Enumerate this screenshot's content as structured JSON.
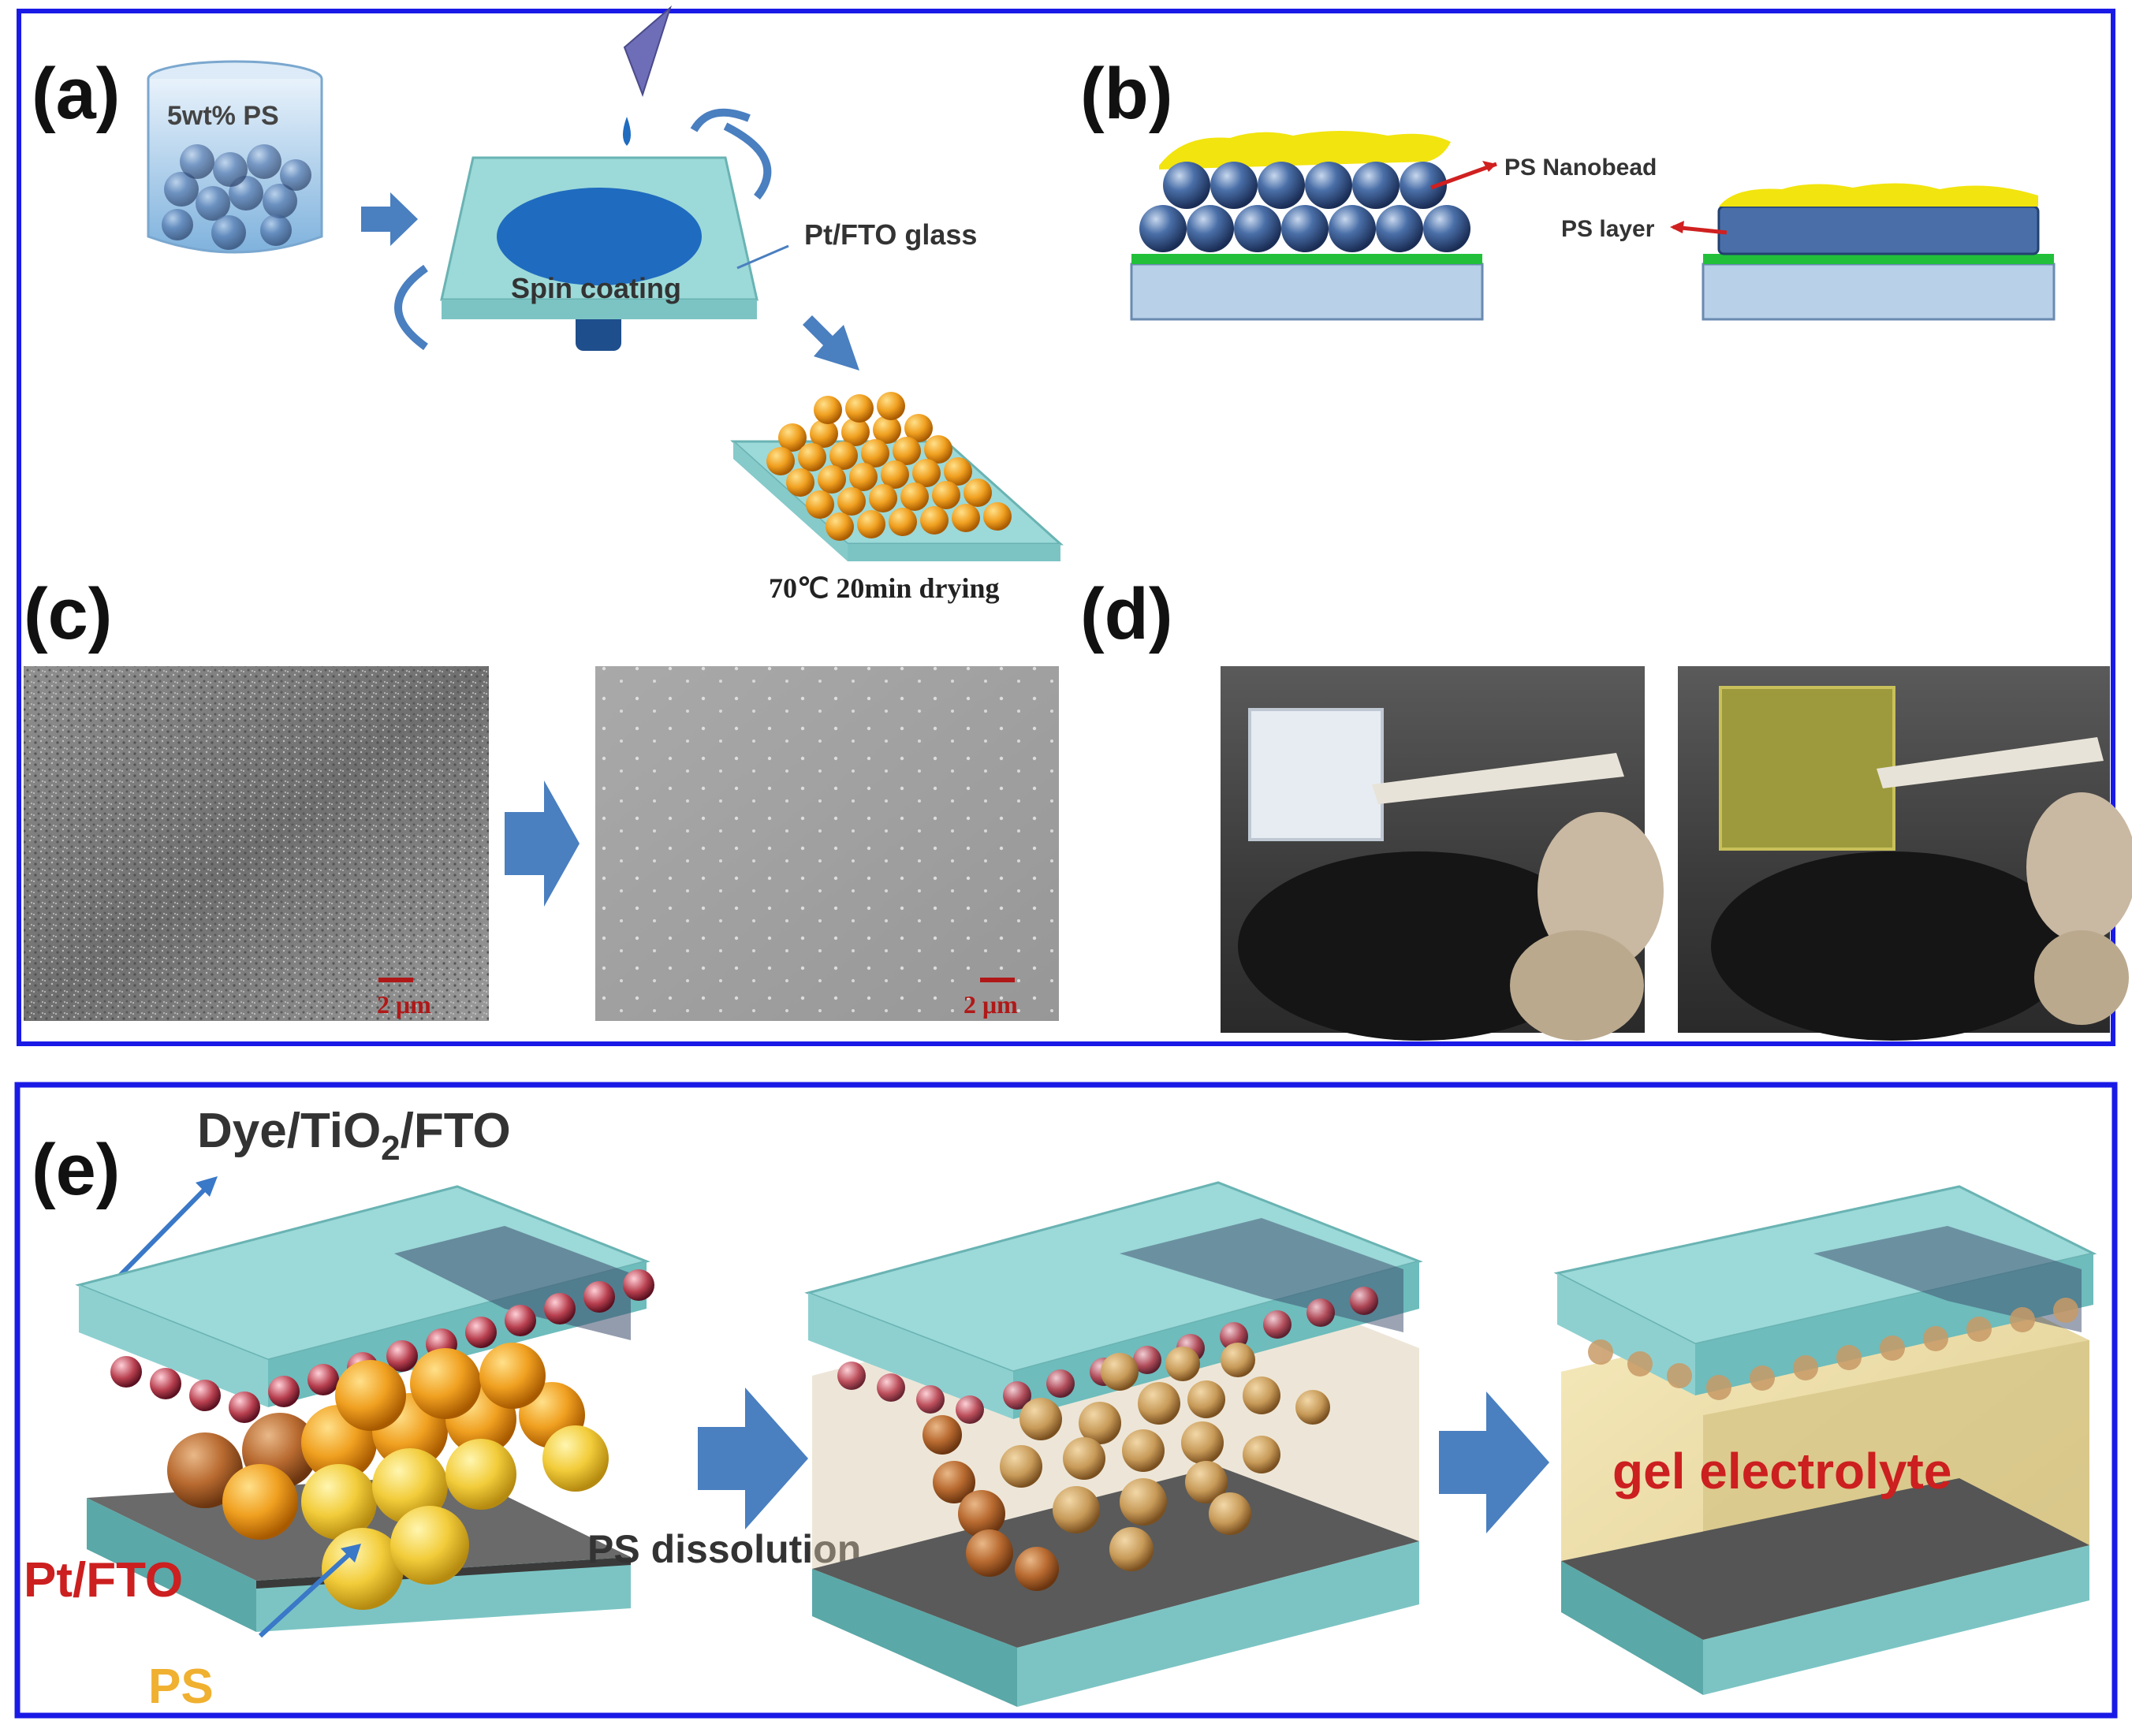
{
  "panels": {
    "a": {
      "label": "(a)",
      "beaker_label": "5wt% PS",
      "substrate_label": "Pt/FTO glass",
      "process_label": "Spin coating",
      "drying_label": "70℃ 20min drying"
    },
    "b": {
      "label": "(b)",
      "nanobead_label": "PS Nanobead",
      "layer_label": "PS layer"
    },
    "c": {
      "label": "(c)",
      "scalebar_left": "2 μm",
      "scalebar_right": "2 μm"
    },
    "d": {
      "label": "(d)"
    },
    "e": {
      "label": "(e)",
      "photoanode_label_prefix": "Dye/TiO",
      "photoanode_label_sub": "2",
      "photoanode_label_suffix": "/FTO",
      "counter_label": "Pt/FTO",
      "ps_label": "PS",
      "step_label": "PS dissolution",
      "result_label": "gel electrolyte"
    }
  },
  "colors": {
    "frame": "#1a1ae6",
    "arrow": "#4a7fc0",
    "glass": "#9cd9d9",
    "ps_bead": "#f0a020",
    "electrolyte": "#e8d27a",
    "red_text": "#cc1f1f",
    "ps_text": "#f0b030"
  }
}
